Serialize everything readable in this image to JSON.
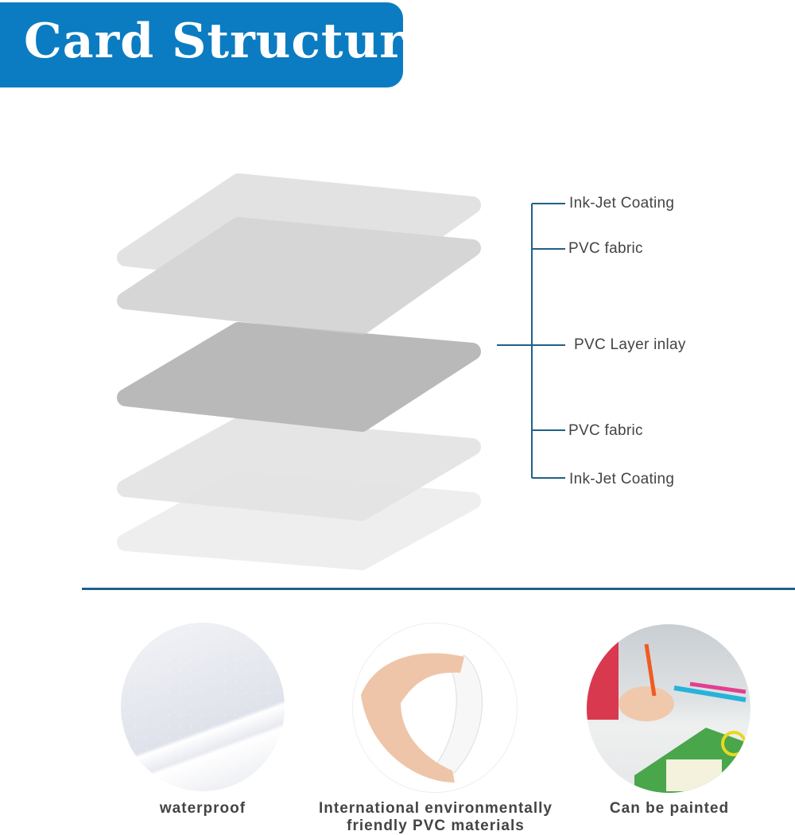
{
  "header": {
    "title": "Card Structure"
  },
  "colors": {
    "brand_blue": "#0b7cc1",
    "line_blue": "#1f6188",
    "text_gray": "#444444"
  },
  "layers": [
    {
      "label": "Ink-Jet Coating"
    },
    {
      "label": "PVC fabric"
    },
    {
      "label": "PVC Layer inlay"
    },
    {
      "label": "PVC fabric"
    },
    {
      "label": "Ink-Jet Coating"
    }
  ],
  "features": [
    {
      "caption": "waterproof",
      "icon": "water-droplets-photo"
    },
    {
      "caption_line1": "International environmentally",
      "caption_line2": "friendly PVC materials",
      "icon": "hand-bending-card-photo"
    },
    {
      "caption": "Can be painted",
      "icon": "child-drawing-photo"
    }
  ]
}
